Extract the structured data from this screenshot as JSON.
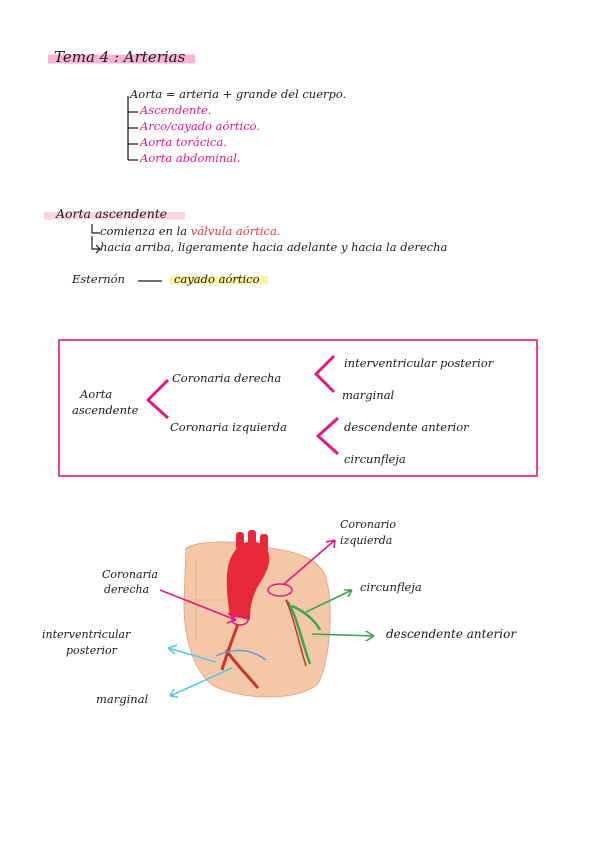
{
  "title": "Tema 4 : Arterias",
  "aorta_def": {
    "line": "Aorta = arteria + grande del cuerpo.",
    "parts": [
      "Ascendente.",
      "Arco/cayado aórtico.",
      "Aorta torácica.",
      "Aorta abdominal."
    ]
  },
  "section": {
    "heading": "Aorta ascendente",
    "line1_prefix": "comienza en la",
    "line1_highlight": "válvula aórtica.",
    "line2": "hacia arriba, ligeramente hacia adelante y hacia la derecha",
    "esternon": "Esternón",
    "cayado": "cayado aórtico"
  },
  "box": {
    "root": [
      "Aorta",
      "ascendente"
    ],
    "right": "Coronaria derecha",
    "left": "Coronaria izquierda",
    "right_branches": [
      "interventricular posterior",
      "marginal"
    ],
    "left_branches": [
      "descendente anterior",
      "circunfleja"
    ]
  },
  "diagram_labels": {
    "coronaria_izquierda": [
      "Coronario",
      "izquierda"
    ],
    "coronaria_derecha": [
      "Coronaria",
      "derecha"
    ],
    "circunfleja": "circunfleja",
    "descendente_anterior": "descendente anterior",
    "interventricular": [
      "interventricular",
      "posterior"
    ],
    "marginal": "marginal"
  },
  "colors": {
    "pink": "#e8167f",
    "red": "#e8323a",
    "cyan": "#5bc8e6",
    "green": "#3aa64a",
    "highlight_yellow": "#fbf3a3"
  }
}
